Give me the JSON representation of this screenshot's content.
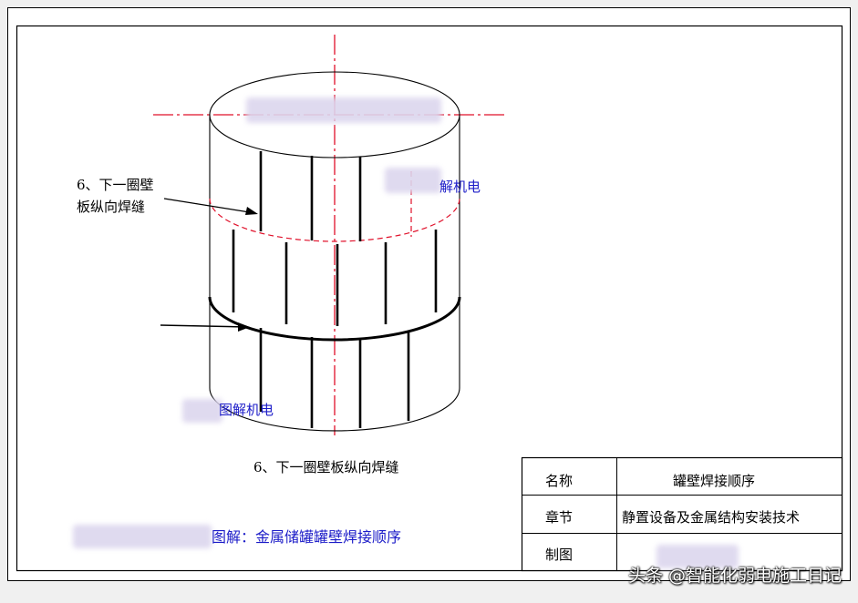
{
  "labels": {
    "upper_seam_line1": "6、下一圈壁",
    "upper_seam_line2": "板纵向焊缝",
    "upper_watermark_fragment": "解机电",
    "lower_watermark_fragment": "图解机电",
    "lower_seam": "6、下一圈壁板纵向焊缝",
    "caption": "图解：金属储罐罐壁焊接顺序"
  },
  "title_block": {
    "rows": [
      {
        "key": "名称",
        "value": "罐壁焊接顺序"
      },
      {
        "key": "章节",
        "value": "静置设备及金属结构安装技术"
      },
      {
        "key": "制图",
        "value": ""
      }
    ]
  },
  "watermark": "头条 @智能化弱电施工日记",
  "colors": {
    "outline": "#000000",
    "centerline": "#e0102a",
    "hidden_line": "#e0102a",
    "text_blue": "#1c1cc8",
    "redaction": "#dcd6ee"
  }
}
